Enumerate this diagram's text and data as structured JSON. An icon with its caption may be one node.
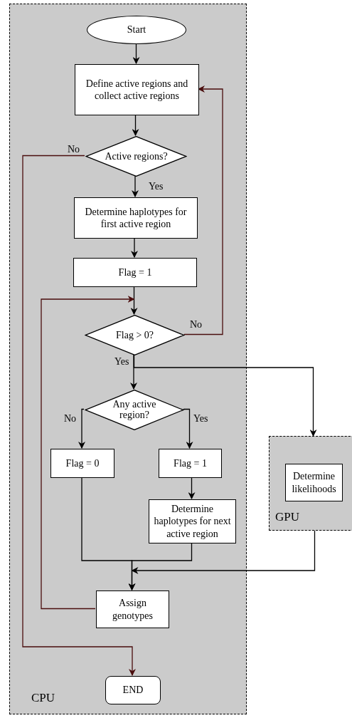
{
  "diagram": {
    "nodes": [
      {
        "text": [
          "CPU"
        ]
      },
      {
        "text": [
          "Start"
        ],
        "in": 0
      },
      {
        "text": [
          "Define active regions and collect active regions"
        ],
        "in": 0
      },
      {
        "text": [
          "Active regions?"
        ],
        "in": 0
      },
      {
        "text": [
          "Determine haplotypes for first active region"
        ],
        "in": 0
      },
      {
        "text": [
          "Flag = 1"
        ],
        "in": 0
      },
      {
        "text": [
          "Flag > 0?"
        ],
        "in": 0
      },
      {
        "text": [
          "Any active region?"
        ],
        "in": 0
      },
      {
        "text": [
          "Flag = 0"
        ],
        "in": 0
      },
      {
        "text": [
          "Flag = 1"
        ],
        "in": 0
      },
      {
        "text": [
          "Determine haplotypes for next active region"
        ],
        "in": 0
      },
      {
        "text": [
          "Assign genotypes"
        ],
        "in": 0
      },
      {
        "text": [
          "END"
        ],
        "in": 0
      },
      {
        "text": [
          "GPU"
        ]
      },
      {
        "text": [
          "Determine likelihoods"
        ],
        "in": 13
      }
    ],
    "edges": [
      {
        "from": 1,
        "to": 2,
        "arrow": "to"
      },
      {
        "from": 2,
        "to": 3,
        "arrow": "to"
      },
      {
        "from": 3,
        "to": 4,
        "arrow": "to",
        "label": "Yes"
      },
      {
        "from": 4,
        "to": 5,
        "arrow": "to"
      },
      {
        "from": 5,
        "to": 6,
        "arrow": "to"
      },
      {
        "from": 6,
        "to": 2,
        "arrow": "to",
        "label": "No",
        "color": "#4a0d0d"
      },
      {
        "from": 6,
        "to": 7,
        "arrow": "to",
        "label": "Yes"
      },
      {
        "from": 6,
        "to": 13,
        "arrow": "to"
      },
      {
        "from": 7,
        "to": 8,
        "arrow": "to",
        "label": "No"
      },
      {
        "from": 7,
        "to": 9,
        "arrow": "to",
        "label": "Yes"
      },
      {
        "from": 9,
        "to": 10,
        "arrow": "to"
      },
      {
        "from": 8,
        "to": 11,
        "arrow": "to"
      },
      {
        "from": 10,
        "to": 11,
        "arrow": "to"
      },
      {
        "from": 13,
        "to": 11,
        "arrow": "to"
      },
      {
        "from": 11,
        "to": 6,
        "arrow": "to",
        "color": "#4a0d0d"
      },
      {
        "from": 3,
        "to": 12,
        "arrow": "to",
        "label": "No",
        "color": "#4a0d0d"
      }
    ]
  }
}
